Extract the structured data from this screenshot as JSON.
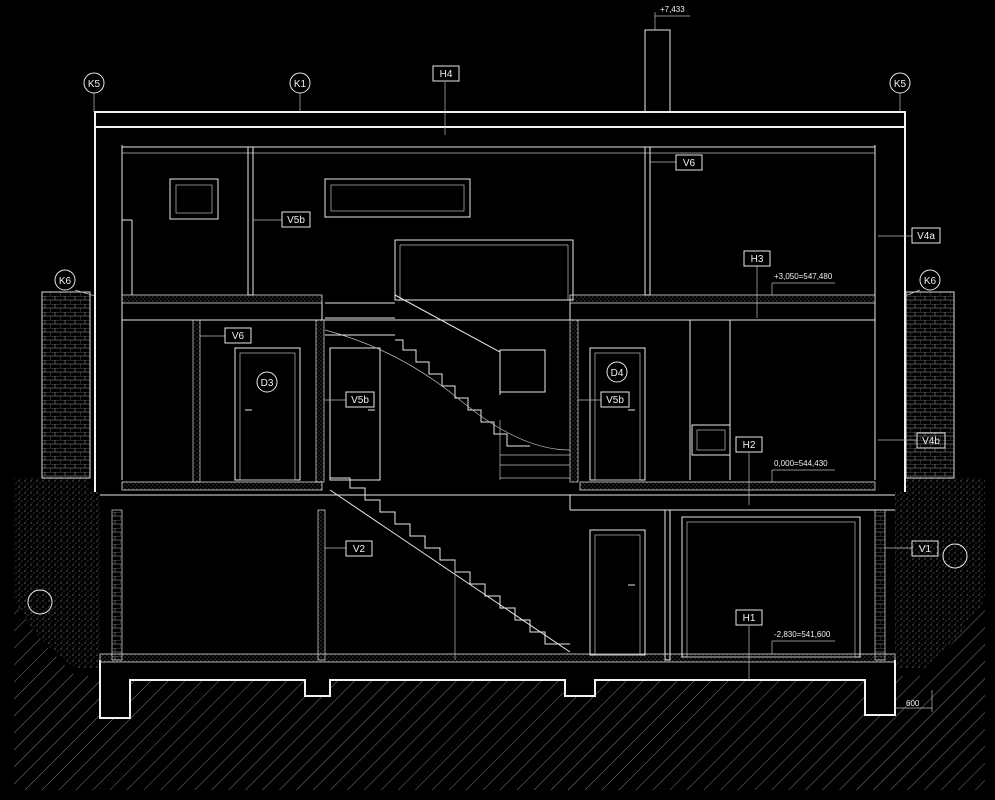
{
  "labels": {
    "k5_left": "K5",
    "k1": "K1",
    "h4": "H4",
    "k5_right": "K5",
    "chimney_elev": "+7,433",
    "v6_top": "V6",
    "v5b_top": "V5b",
    "v4a": "V4a",
    "h3": "H3",
    "elev_h3": "+3,050=547,480",
    "k6_left": "K6",
    "k6_right": "K6",
    "v6_mid": "V6",
    "d3": "D3",
    "d4": "D4",
    "v5b_mid": "V5b",
    "v5b_mid2": "V5b",
    "h2": "H2",
    "elev_h2": "0,000=544,430",
    "v4b": "V4b",
    "v2": "V2",
    "v1": "V1",
    "h1": "H1",
    "elev_h1": "-2,830=541,600",
    "dim_600": "600"
  },
  "colors": {
    "background": "#000000",
    "lines": "#e8e8e8"
  }
}
